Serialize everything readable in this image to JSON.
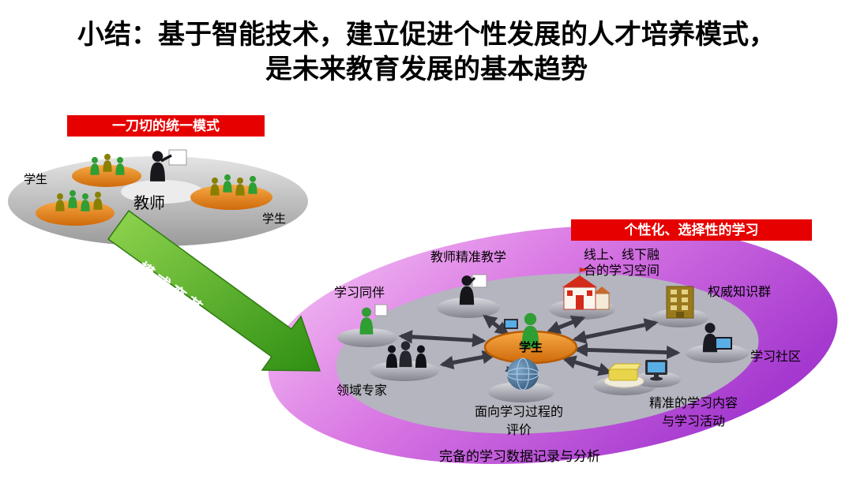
{
  "title": {
    "line1": "小结：基于智能技术，建立促进个性发展的人才培养模式，",
    "line2": "是未来教育发展的基本趋势"
  },
  "old_model": {
    "banner": "一刀切的统一模式",
    "teacher_label": "教师",
    "student_label_left": "学生",
    "student_label_right": "学生"
  },
  "transition": {
    "arrow_label": "模式变革"
  },
  "new_model": {
    "banner": "个性化、选择性的学习",
    "center_label": "学生",
    "nodes": {
      "teacher": {
        "label": "教师精准教学"
      },
      "peers": {
        "label": "学习同伴"
      },
      "experts": {
        "label": "领域专家"
      },
      "evaluation": {
        "line1": "面向学习过程的",
        "line2": "评价"
      },
      "content": {
        "line1": "精准的学习内容",
        "line2": "与学习活动"
      },
      "community": {
        "label": "学习社区"
      },
      "knowledge": {
        "label": "权威知识群"
      },
      "space": {
        "line1": "线上、线下融",
        "line2": "合的学习空间"
      }
    },
    "data_label": "完备的学习数据记录与分析"
  },
  "icons": {
    "teacher": "person-with-whiteboard-icon",
    "students": "people-group-icon",
    "school": "school-building-icon",
    "office": "office-building-icon",
    "globe": "globe-icon",
    "laptop_person": "person-with-laptop-icon",
    "monitor": "computer-monitor-icon",
    "content": "learning-content-icon",
    "big_arrow": "transformation-arrow"
  },
  "colors": {
    "banner_red": "#e60000",
    "arrow_green": "#55a82a",
    "purple_ellipse": "#c44fd6",
    "platform_orange": "#e8821e",
    "figure_green": "#2f9e33",
    "figure_olive": "#8a8000",
    "platform_gray": "#a8a8b0"
  }
}
